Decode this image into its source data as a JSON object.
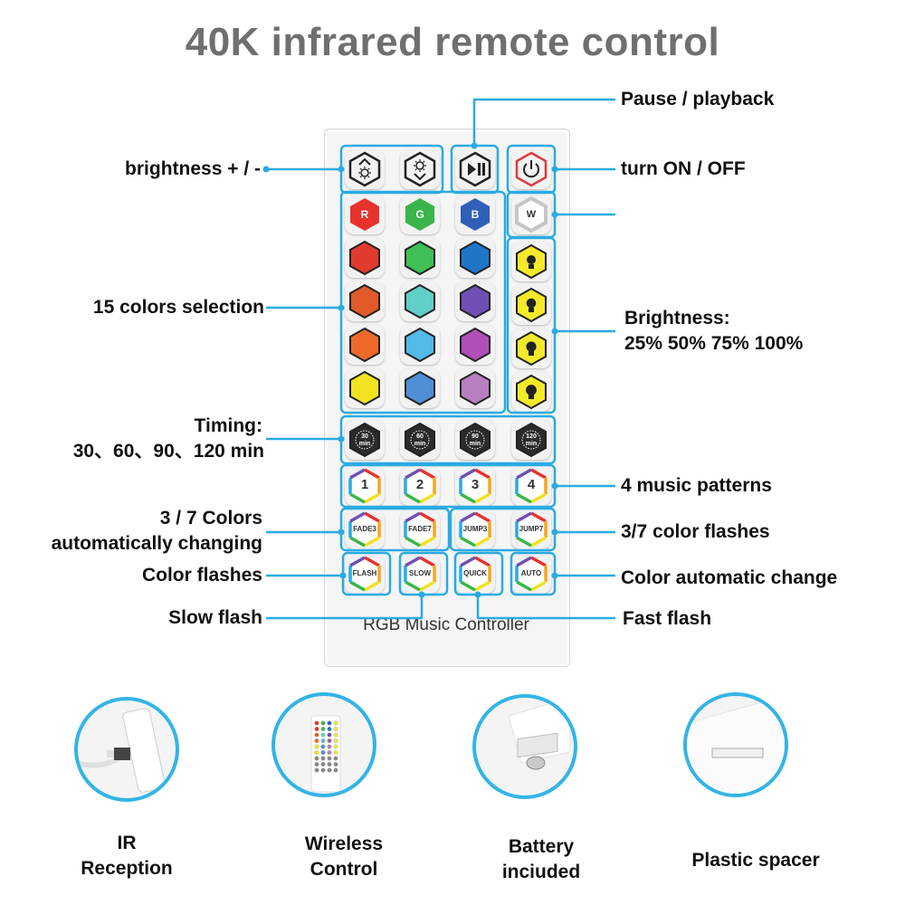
{
  "title": "40K infrared remote control",
  "remote_label": "RGB Music Controller",
  "accent_color": "#29abe2",
  "labels": {
    "pause_playback": "Pause / playback",
    "brightness_pm": "brightness + / -",
    "turn_on_off": "turn ON / OFF",
    "colors_15": "15 colors selection",
    "brightness_levels_1": "Brightness:",
    "brightness_levels_2": "25% 50% 75% 100%",
    "timing_1": "Timing:",
    "timing_2": "30、60、90、120 min",
    "music_patterns": "4 music patterns",
    "auto_changing_1": "3 / 7 Colors",
    "auto_changing_2": "automatically changing",
    "color_flashes_37": "3/7 color flashes",
    "color_flashes": "Color flashes",
    "color_auto_change": "Color automatic change",
    "slow_flash": "Slow flash",
    "fast_flash": "Fast flash"
  },
  "buttons": {
    "color_letters": [
      "R",
      "G",
      "B",
      "W"
    ],
    "timer": [
      "30 min",
      "60 min",
      "90 min",
      "120 min"
    ],
    "music": [
      "1",
      "2",
      "3",
      "4"
    ],
    "modes_row1": [
      "FADE3",
      "FADE7",
      "JUMP3",
      "JUMP7"
    ],
    "modes_row2": [
      "FLASH",
      "SLOW",
      "QUICK",
      "AUTO"
    ]
  },
  "color_grid": [
    [
      "#e8322e",
      "#39b54a",
      "#2f5fb8"
    ],
    [
      "#e23a2f",
      "#3fbf55",
      "#1f76c8"
    ],
    [
      "#e05a2a",
      "#5fcfc7",
      "#6f4fb3"
    ],
    [
      "#ef6a2a",
      "#53b9e6",
      "#b04fb8"
    ],
    [
      "#f2e21f",
      "#4f8fd6",
      "#b77fbf"
    ]
  ],
  "features": [
    {
      "icon": "ir-receiver-image",
      "line1": "IR",
      "line2": "Reception"
    },
    {
      "icon": "remote-image",
      "line1": "Wireless",
      "line2": "Control"
    },
    {
      "icon": "battery-image",
      "line1": "Battery",
      "line2": "inciuded"
    },
    {
      "icon": "spacer-image",
      "line1": "",
      "line2": "Plastic spacer"
    }
  ]
}
